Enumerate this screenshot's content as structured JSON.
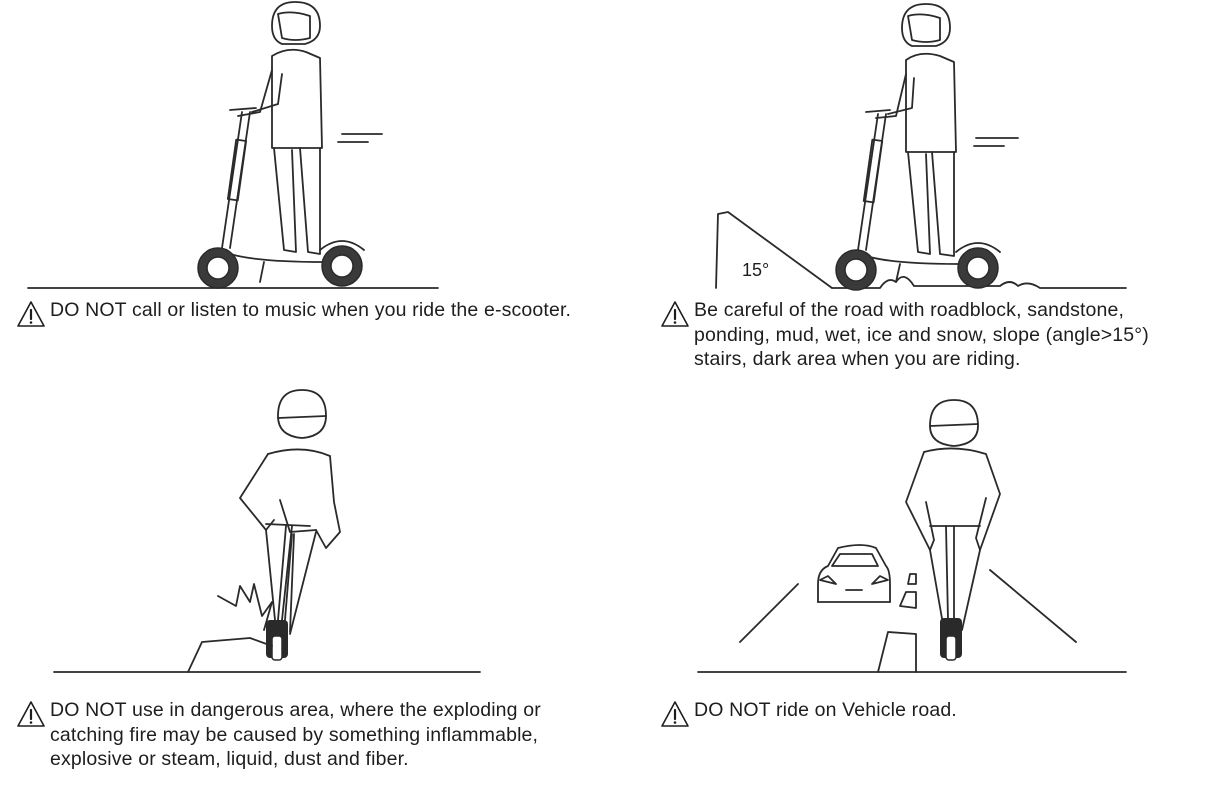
{
  "panels": [
    {
      "id": "music",
      "icon": "warning-triangle-icon",
      "text": "DO NOT call or listen to music when you ride the e-scooter."
    },
    {
      "id": "road",
      "icon": "warning-triangle-icon",
      "slope_label": "15°",
      "text": "Be careful of the road with roadblock, sandstone, ponding, mud, wet, ice and snow, slope (angle>15°) stairs, dark area when you are riding."
    },
    {
      "id": "danger",
      "icon": "warning-triangle-icon",
      "text": "DO NOT use in dangerous area, where the exploding or catching fire may be caused by something inflammable, explosive or steam, liquid, dust and fiber."
    },
    {
      "id": "vehicle",
      "icon": "warning-triangle-icon",
      "text": "DO NOT ride on Vehicle road."
    }
  ]
}
